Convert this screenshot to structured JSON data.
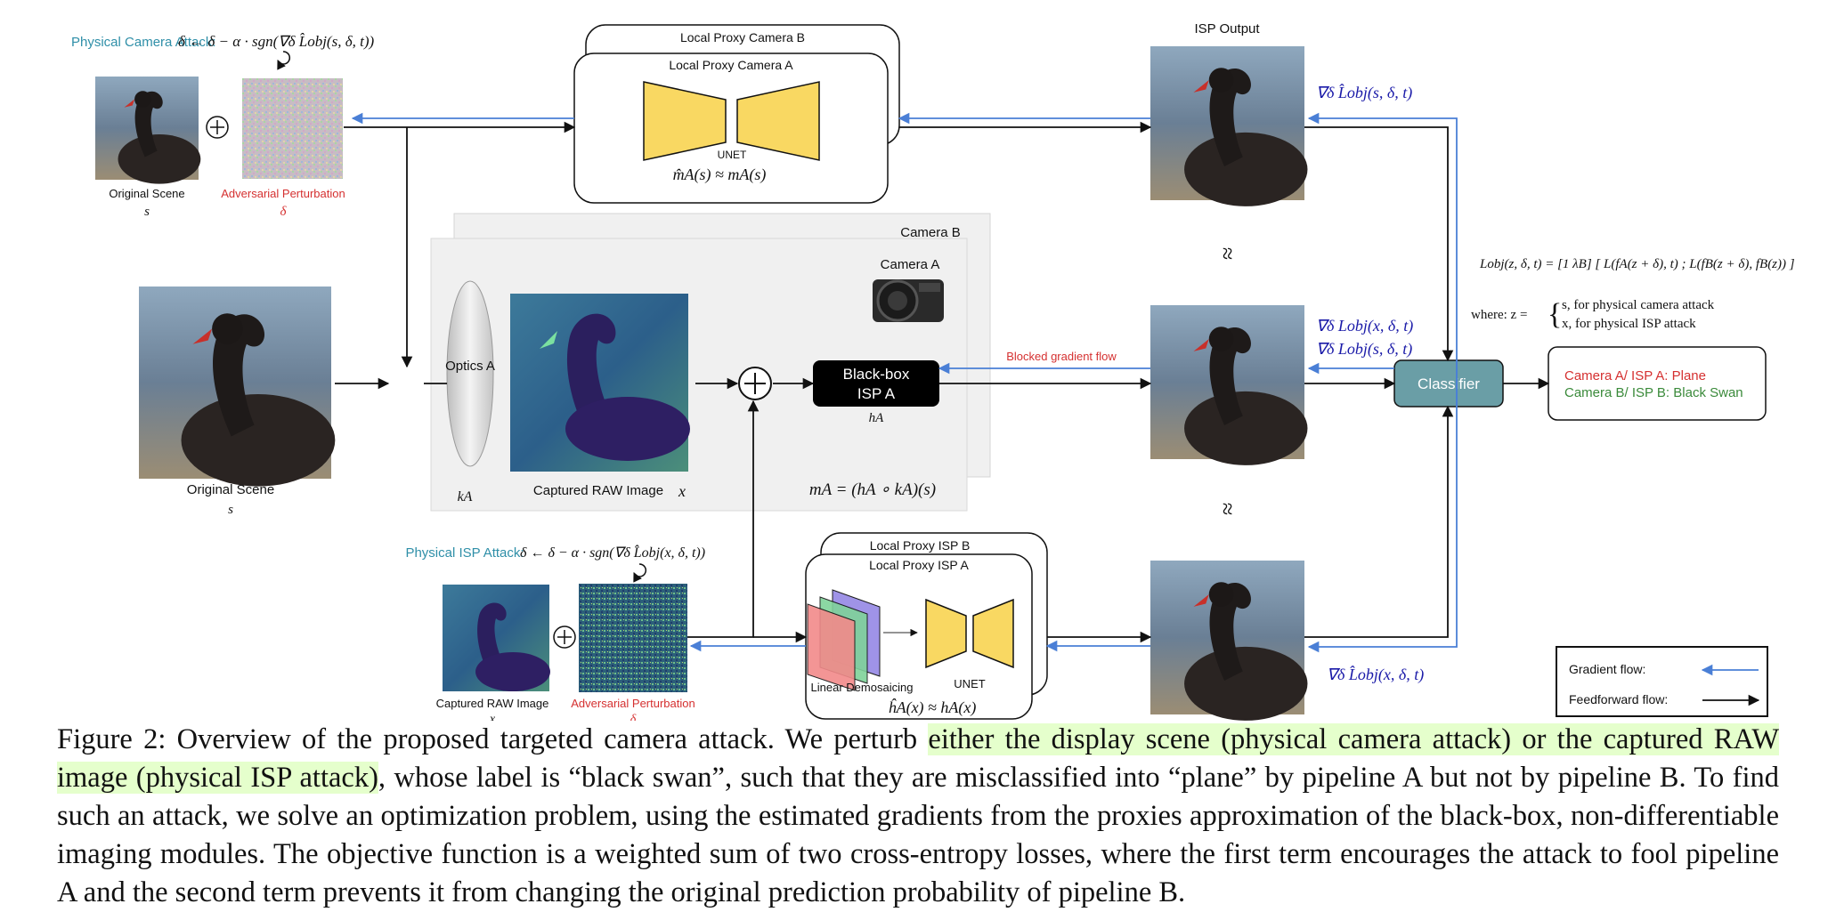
{
  "colors": {
    "gradient": "#4a7fd6",
    "feedforward": "#111111",
    "unet_fill": "#f9d862",
    "classifier_fill": "#6a9ea6",
    "accent_teal": "#2f8fa8",
    "red": "#d53030",
    "green": "#3a8a3a",
    "math_blue": "#1a1aa8",
    "caption_highlight": "#e5ffcc"
  },
  "physical_camera": {
    "title": "Physical Camera Attack:",
    "update_rule": "δ ← δ − α · sgn(∇δ L̂obj(s, δ, t))",
    "original_label": "Original Scene",
    "original_symbol": "s",
    "perturbation_label": "Adversarial Perturbation",
    "perturbation_symbol": "δ"
  },
  "proxy_camera": {
    "back_label": "Local Proxy Camera B",
    "front_label": "Local Proxy Camera A",
    "unet_label": "UNET",
    "formula": "m̂A(s) ≈ mA(s)"
  },
  "isp_output": {
    "title": "ISP Output",
    "grad_top": "∇δ L̂obj(s, δ, t)",
    "grad_mid_1": "∇δ Lobj(x, δ, t)",
    "grad_mid_2": "∇δ Lobj(s, δ, t)",
    "grad_bottom": "∇δ L̂obj(x, δ, t)",
    "approx_symbol": "≈"
  },
  "main_scene": {
    "label": "Original Scene",
    "symbol": "s"
  },
  "camera_block": {
    "back_label": "Camera B",
    "front_label": "Camera A",
    "optics_label": "Optics A",
    "optics_symbol": "kA",
    "raw_label": "Captured RAW Image",
    "raw_symbol": "x",
    "isp_label_1": "Black-box",
    "isp_label_2": "ISP A",
    "isp_symbol": "hA",
    "composition": "mA = (hA ∘ kA)(s)",
    "blocked": "Blocked gradient flow"
  },
  "classifier": {
    "label": "Classifier",
    "output_a": "Camera A/ ISP A: Plane",
    "output_b": "Camera B/ ISP B: Black Swan"
  },
  "objective": {
    "line_1": "Lobj(z, δ, t) = [1   λB] [ L(fA(z + δ), t) ; L(fB(z + δ), fB(z)) ]",
    "where": "where: z =",
    "case_1": "s,   for physical camera attack",
    "case_2": "x,   for physical ISP attack"
  },
  "physical_isp": {
    "title": "Physical ISP Attack:",
    "update_rule": "δ ← δ − α · sgn(∇δ L̂obj(x, δ, t))",
    "raw_label": "Captured RAW Image",
    "raw_symbol": "x",
    "perturbation_label": "Adversarial Perturbation",
    "perturbation_symbol": "δ"
  },
  "proxy_isp": {
    "back_label": "Local Proxy ISP B",
    "front_label": "Local Proxy ISP A",
    "demosaic_label": "Linear Demosaicing",
    "unet_label": "UNET",
    "formula": "ĥA(x) ≈ hA(x)"
  },
  "legend": {
    "gradient_label": "Gradient flow:",
    "feedforward_label": "Feedforward flow:"
  },
  "caption": {
    "part_1": "Figure 2: Overview of the proposed targeted camera attack. We perturb ",
    "highlight": "either the display scene (physical camera attack) or the captured RAW image (physical ISP attack)",
    "part_2": ", whose label is “black swan”, such that they are misclassified into “plane” by pipeline A but not by pipeline B. To find such an attack, we solve an optimization problem, using the estimated gradients from the proxies approximation of the black-box, non-differentiable imaging modules. The objective function is a weighted sum of two cross-entropy losses, where the first term encourages the attack to fool pipeline A and the second term prevents it from changing the original prediction probability of pipeline B."
  }
}
